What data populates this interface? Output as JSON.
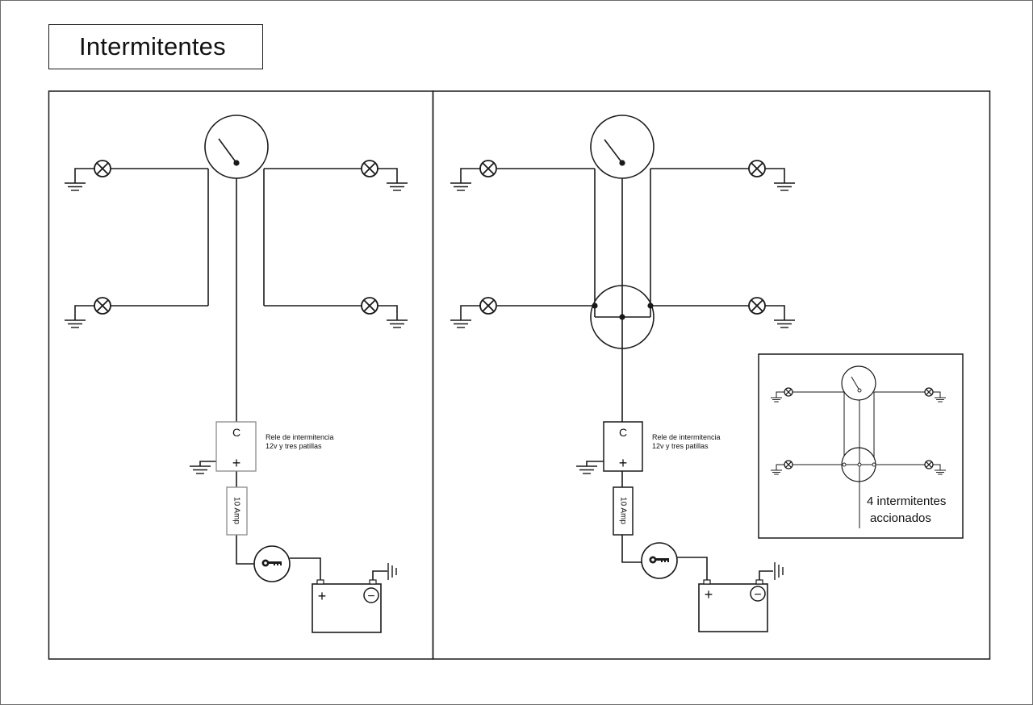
{
  "title": "Intermitentes",
  "relay": {
    "terminal_c": "C",
    "terminal_plus": "+",
    "label_line1": "Rele de intermitencia",
    "label_line2": "12v y tres patillas"
  },
  "fuse": {
    "label": "10 Amp"
  },
  "battery": {
    "positive": "+",
    "negative": "−"
  },
  "inset": {
    "caption_line1": "4 intermitentes",
    "caption_line2": "accionados"
  },
  "icons": [
    "lamp-icon",
    "ground-icon",
    "key-switch-icon",
    "battery-icon",
    "fuse-icon",
    "turn-switch-icon",
    "hazard-switch-icon"
  ],
  "colors": {
    "line": "#1a1a1a",
    "background": "#ffffff"
  }
}
